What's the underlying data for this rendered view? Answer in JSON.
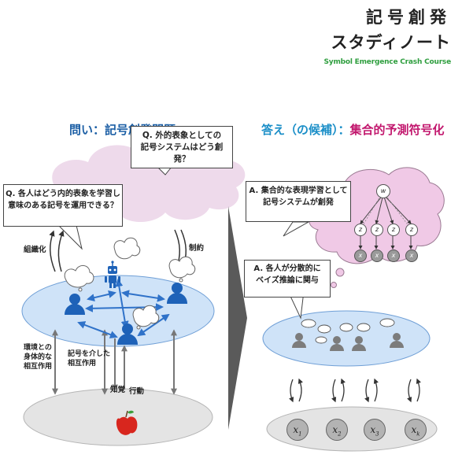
{
  "brand": {
    "title_line1": "記号創発",
    "title_line2": "スタディノート",
    "subtitle": "Symbol Emergence Crash Course",
    "accent_color": "#2e9e3e"
  },
  "left_panel": {
    "heading_key": "問い：",
    "heading_value": "記号創発問題",
    "question_external": "Q. 外的表象としての\n記号システムはどう創発？",
    "question_internal": "Q. 各人はどう内的表象を学習し\n意味のある記号を運用できる？",
    "label_organize": "組織化",
    "label_constraint": "制約",
    "label_physical": "環境との\n身体的な\n相互作用",
    "label_symbolic": "記号を介した\n相互作用",
    "label_perception": "知覚",
    "label_action": "行動"
  },
  "right_panel": {
    "heading_key": "答え（の候補）：",
    "heading_value": "集合的予測符号化",
    "answer_collective": "A. 集合的な表現学習として\n記号システムが創発",
    "answer_individual": "A. 各人が分散的に\nベイズ推論に関与",
    "graph_top_node": "w",
    "graph_mid_node": "z",
    "graph_bottom_node": "x",
    "observations": [
      "x",
      "x",
      "x",
      "x"
    ],
    "observation_subscripts": [
      "1",
      "2",
      "3",
      "k"
    ]
  },
  "colors": {
    "cloud_left": "#eedaeb",
    "cloud_right": "#f0c9e6",
    "ellipse_society": "#cfe3f8",
    "ellipse_world": "#e4e4e4",
    "agent_blue": "#1e62b8",
    "agent_gray": "#7c7c7c",
    "arrow_blue": "#2f72c9",
    "heading_magenta": "#c2186e"
  }
}
